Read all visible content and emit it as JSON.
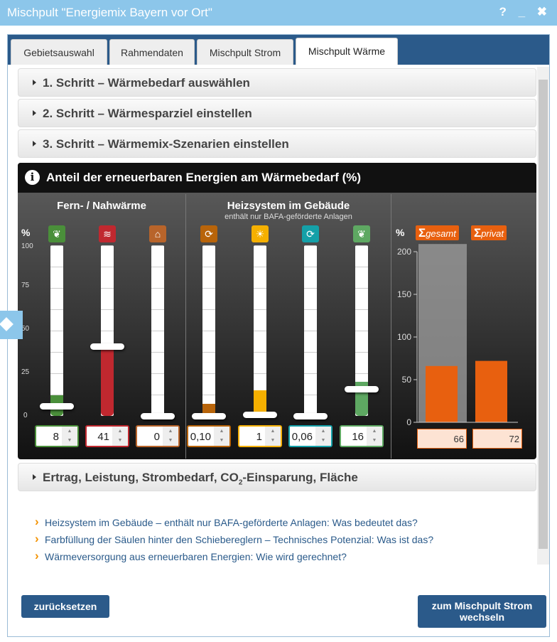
{
  "window": {
    "title": "Mischpult \"Energiemix Bayern vor Ort\"",
    "icons": [
      "help-icon",
      "minimize-icon",
      "close-icon"
    ],
    "icon_glyphs": "? _ ✖"
  },
  "tabs": [
    {
      "label": "Gebietsauswahl"
    },
    {
      "label": "Rahmendaten"
    },
    {
      "label": "Mischpult Strom"
    },
    {
      "label": "Mischpult Wärme",
      "active": true
    }
  ],
  "accordion": [
    "1. Schritt – Wärmebedarf auswählen",
    "2. Schritt – Wärmesparziel einstellen",
    "3. Schritt – Wärmemix-Szenarien einstellen"
  ],
  "panel": {
    "title": "Anteil der erneuerbaren Energien am Wärmebedarf (%)",
    "fern_title": "Fern- / Nahwärme",
    "heiz_title": "Heizsystem im Gebäude",
    "heiz_subtitle": "enthält nur BAFA-geförderte Anlagen",
    "unit": "%",
    "y_ticks": [
      "100",
      "75",
      "50",
      "25",
      "0"
    ],
    "sliders": [
      {
        "icon": "biomass-leaf-icon",
        "color": "#4a8f3a",
        "value": "8",
        "potential_pct": 12,
        "handle_pct": 6
      },
      {
        "icon": "waste-heat-icon",
        "color": "#c0282f",
        "value": "41",
        "potential_pct": 42,
        "handle_pct": 41
      },
      {
        "icon": "geothermal-icon",
        "color": "#b8642a",
        "value": "0",
        "potential_pct": 0,
        "handle_pct": 0
      },
      {
        "icon": "heat-pump-air-icon",
        "color": "#b8640a",
        "value": "0,10",
        "potential_pct": 7,
        "handle_pct": 0.1
      },
      {
        "icon": "solar-thermal-icon",
        "color": "#f5b000",
        "value": "1",
        "potential_pct": 15,
        "handle_pct": 1
      },
      {
        "icon": "heat-pump-ground-icon",
        "color": "#14a0a8",
        "value": "0,06",
        "potential_pct": 0.5,
        "handle_pct": 0.06
      },
      {
        "icon": "biomass-leaf-icon",
        "color": "#5ea862",
        "value": "16",
        "potential_pct": 20,
        "handle_pct": 16
      }
    ]
  },
  "chart_data": {
    "type": "bar",
    "ylabel": "%",
    "ylim": [
      0,
      200
    ],
    "y_ticks": [
      0,
      50,
      100,
      150,
      200
    ],
    "categories": [
      "gesamt",
      "privat"
    ],
    "values": [
      66,
      72
    ],
    "potential_gesamt": 209,
    "color": "#e8600f"
  },
  "accordion_bottom": {
    "pre": "Ertrag, Leistung, Strombedarf, CO",
    "sub": "2",
    "post": "-Einsparung, Fläche"
  },
  "links": [
    "Heizsystem im Gebäude – enthält nur BAFA-geförderte Anlagen: Was bedeutet das?",
    "Farbfüllung der Säulen hinter den Schiebereglern – Technisches Potenzial: Was ist das?",
    "Wärmeversorgung aus erneuerbaren Energien: Wie wird gerechnet?"
  ],
  "buttons": {
    "reset": "zurücksetzen",
    "switch_line1": "zum Mischpult Strom",
    "switch_line2": "wechseln"
  }
}
